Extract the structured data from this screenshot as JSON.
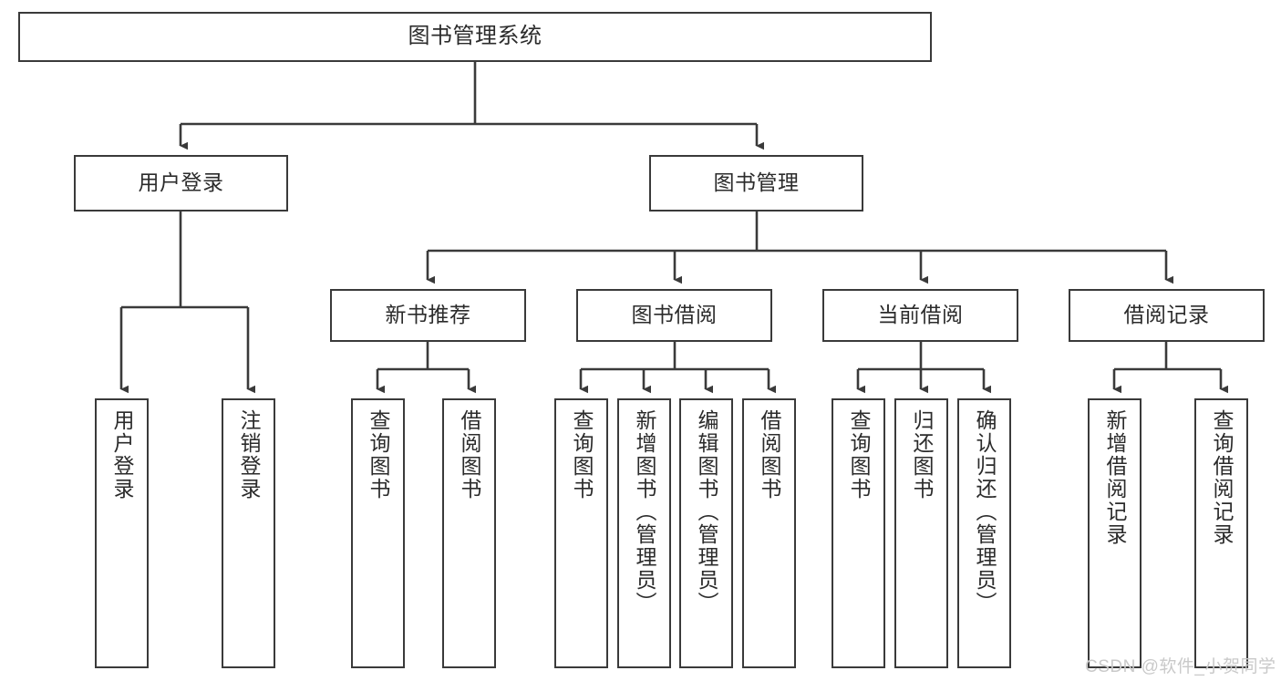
{
  "diagram": {
    "title": "图书管理系统",
    "type": "tree",
    "watermark": "CSDN @软件_小贺同学",
    "colors": {
      "border": "#3a3a3a",
      "text": "#2b2b2b",
      "background": "#ffffff",
      "watermark": "#c9c9c9"
    },
    "levels": {
      "root": {
        "label": "图书管理系统"
      },
      "level2": [
        {
          "label": "用户登录"
        },
        {
          "label": "图书管理"
        }
      ],
      "level3": [
        {
          "label": "新书推荐"
        },
        {
          "label": "图书借阅"
        },
        {
          "label": "当前借阅"
        },
        {
          "label": "借阅记录"
        }
      ],
      "leaves": [
        {
          "label": "用户登录",
          "parent": "用户登录"
        },
        {
          "label": "注销登录",
          "parent": "用户登录"
        },
        {
          "label": "查询图书",
          "parent": "新书推荐"
        },
        {
          "label": "借阅图书",
          "parent": "新书推荐"
        },
        {
          "label": "查询图书",
          "parent": "图书借阅"
        },
        {
          "label": "新增图书（管理员）",
          "parent": "图书借阅"
        },
        {
          "label": "编辑图书（管理员）",
          "parent": "图书借阅"
        },
        {
          "label": "借阅图书",
          "parent": "图书借阅"
        },
        {
          "label": "查询图书",
          "parent": "当前借阅"
        },
        {
          "label": "归还图书",
          "parent": "当前借阅"
        },
        {
          "label": "确认归还（管理员）",
          "parent": "当前借阅"
        },
        {
          "label": "新增借阅记录",
          "parent": "借阅记录"
        },
        {
          "label": "查询借阅记录",
          "parent": "借阅记录"
        }
      ]
    }
  }
}
